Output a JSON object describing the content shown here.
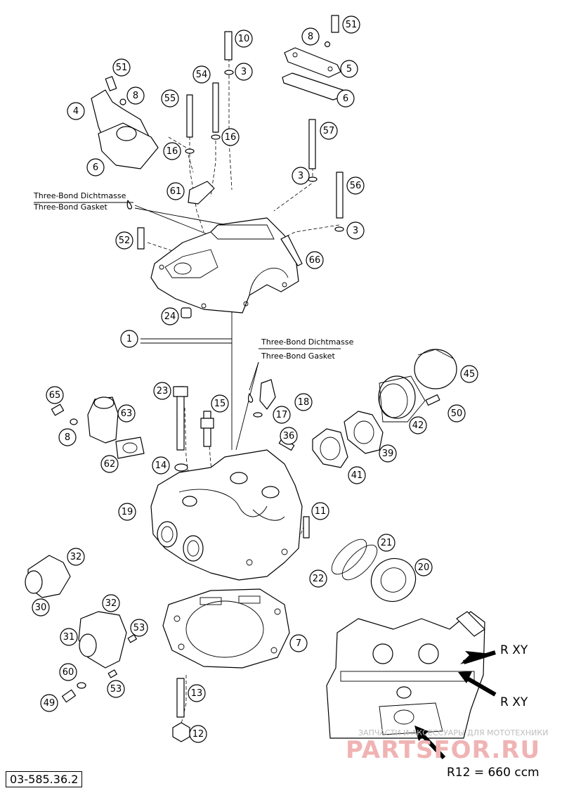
{
  "diagram": {
    "part_number": "03-585.36.2",
    "notes": {
      "top_de": "Three-Bond Dichtmasse",
      "top_en": "Three-Bond Gasket",
      "mid_de": "Three-Bond Dichtmasse",
      "mid_en": "Three-Bond Gasket"
    },
    "inset": {
      "label_a": "R  XY",
      "label_b": "R  XY",
      "caption": "R12 = 660 ccm"
    },
    "watermark": {
      "line1": "ЗАПЧАСТИ И АКСЕССУАРЫ ДЛЯ МОТОТЕХНИКИ",
      "line2": "PARTSFOR.RU"
    },
    "callouts": [
      {
        "id": "c51a",
        "label": "51"
      },
      {
        "id": "c8a",
        "label": "8"
      },
      {
        "id": "c5",
        "label": "5"
      },
      {
        "id": "c6a",
        "label": "6"
      },
      {
        "id": "c10",
        "label": "10"
      },
      {
        "id": "c3a",
        "label": "3"
      },
      {
        "id": "c54",
        "label": "54"
      },
      {
        "id": "c55",
        "label": "55"
      },
      {
        "id": "c16a",
        "label": "16"
      },
      {
        "id": "c16b",
        "label": "16"
      },
      {
        "id": "c51b",
        "label": "51"
      },
      {
        "id": "c8b",
        "label": "8"
      },
      {
        "id": "c4",
        "label": "4"
      },
      {
        "id": "c6b",
        "label": "6"
      },
      {
        "id": "c57",
        "label": "57"
      },
      {
        "id": "c3b",
        "label": "3"
      },
      {
        "id": "c56",
        "label": "56"
      },
      {
        "id": "c3c",
        "label": "3"
      },
      {
        "id": "c61",
        "label": "61"
      },
      {
        "id": "c52",
        "label": "52"
      },
      {
        "id": "c66",
        "label": "66"
      },
      {
        "id": "c24",
        "label": "24"
      },
      {
        "id": "c1",
        "label": "1"
      },
      {
        "id": "c45",
        "label": "45"
      },
      {
        "id": "c18",
        "label": "18"
      },
      {
        "id": "c17",
        "label": "17"
      },
      {
        "id": "c50",
        "label": "50"
      },
      {
        "id": "c23",
        "label": "23"
      },
      {
        "id": "c15",
        "label": "15"
      },
      {
        "id": "c65",
        "label": "65"
      },
      {
        "id": "c63",
        "label": "63"
      },
      {
        "id": "c8c",
        "label": "8"
      },
      {
        "id": "c62",
        "label": "62"
      },
      {
        "id": "c36",
        "label": "36"
      },
      {
        "id": "c42",
        "label": "42"
      },
      {
        "id": "c39",
        "label": "39"
      },
      {
        "id": "c41",
        "label": "41"
      },
      {
        "id": "c14",
        "label": "14"
      },
      {
        "id": "c19",
        "label": "19"
      },
      {
        "id": "c11",
        "label": "11"
      },
      {
        "id": "c21",
        "label": "21"
      },
      {
        "id": "c20",
        "label": "20"
      },
      {
        "id": "c22",
        "label": "22"
      },
      {
        "id": "c32a",
        "label": "32"
      },
      {
        "id": "c30",
        "label": "30"
      },
      {
        "id": "c32b",
        "label": "32"
      },
      {
        "id": "c31",
        "label": "31"
      },
      {
        "id": "c53a",
        "label": "53"
      },
      {
        "id": "c7",
        "label": "7"
      },
      {
        "id": "c60",
        "label": "60"
      },
      {
        "id": "c53b",
        "label": "53"
      },
      {
        "id": "c13",
        "label": "13"
      },
      {
        "id": "c49",
        "label": "49"
      },
      {
        "id": "c12",
        "label": "12"
      }
    ]
  }
}
